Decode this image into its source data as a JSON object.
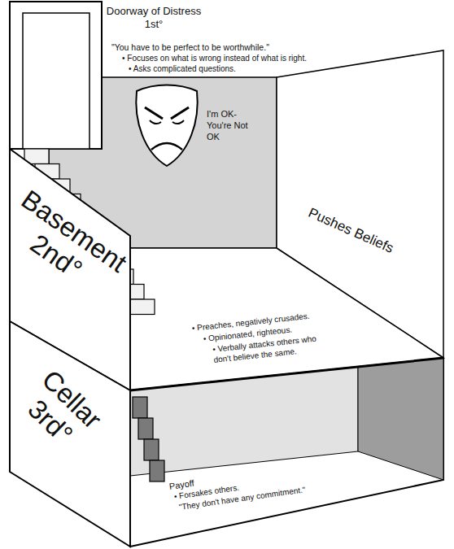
{
  "diagram": {
    "nodes": [
      {
        "text": [
          "Basement 2nd°"
        ]
      },
      {
        "text": [
          "Cellar 3rd°"
        ]
      }
    ],
    "labels": [
      "Doorway of Distress 1st°",
      "\"You have to be perfect to be worthwhile.\"",
      "• Focuses on what is wrong instead of what is right.",
      "• Asks complicated questions.",
      "I'm OK- You're Not OK",
      "Pushes Beliefs",
      "• Preaches, negatively crusades.",
      "• Opinionated, righteous.",
      "• Verbally attacks others who don't believe the same.",
      "Payoff",
      "• Forsakes others.",
      "\"They don't have any commitment.\""
    ]
  }
}
